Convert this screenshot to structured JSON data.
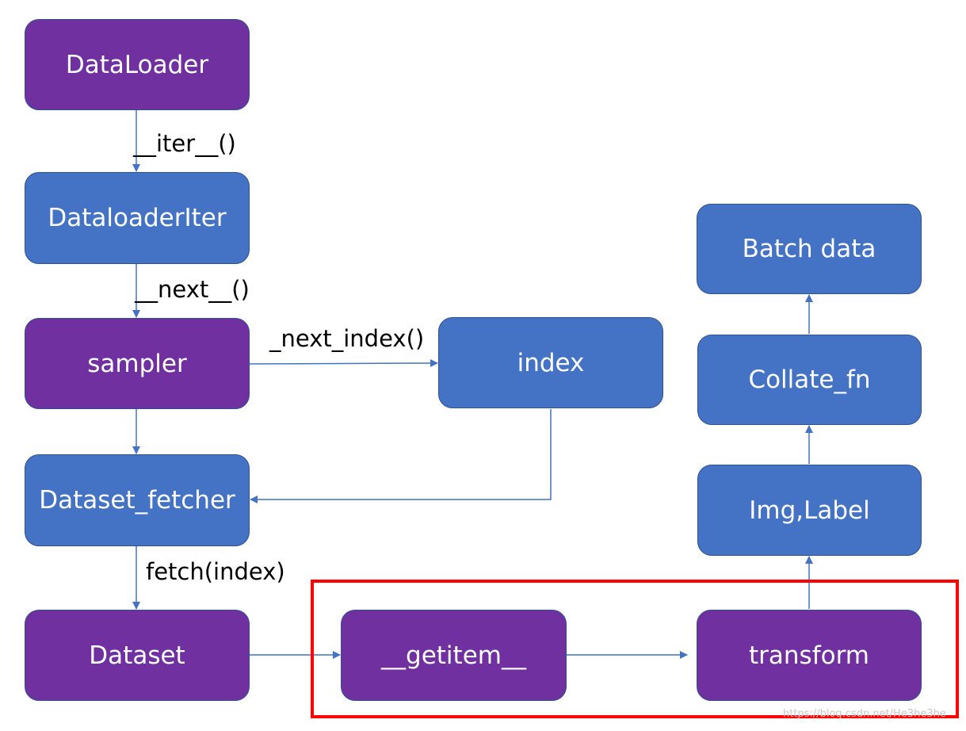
{
  "diagram": {
    "nodes": {
      "dataloader": "DataLoader",
      "dataloader_iter": "DataloaderIter",
      "sampler": "sampler",
      "index": "index",
      "dataset_fetcher": "Dataset_fetcher",
      "dataset": "Dataset",
      "getitem": "__getitem__",
      "transform": "transform",
      "img_label": "Img,Label",
      "collate_fn": "Collate_fn",
      "batch_data": "Batch data"
    },
    "edge_labels": {
      "iter": "__iter__()",
      "next": "__next__()",
      "next_index": "_next_index()",
      "fetch": "fetch(index)"
    },
    "colors": {
      "purple_node": "#7030a0",
      "blue_node": "#4472c4",
      "arrow": "#4472c4",
      "highlight_box": "#ff0000"
    },
    "watermark": "https://blog.csdn.net/He3he3he"
  }
}
